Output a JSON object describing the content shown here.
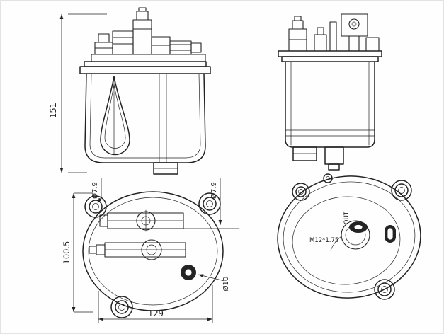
{
  "drawing": {
    "dims": {
      "overall_height": "151",
      "mount_hole_left": "Ø7.9",
      "mount_hole_right": "Ø7.9",
      "mount_span_vertical": "100.5",
      "drain_hole": "Ø10",
      "mount_span_horizontal": "129",
      "thread_spec": "M12*1.75",
      "port_out": "OUT"
    },
    "colors": {
      "line": "#222222",
      "background": "#fefefe",
      "fill_dark": "#242424"
    }
  }
}
